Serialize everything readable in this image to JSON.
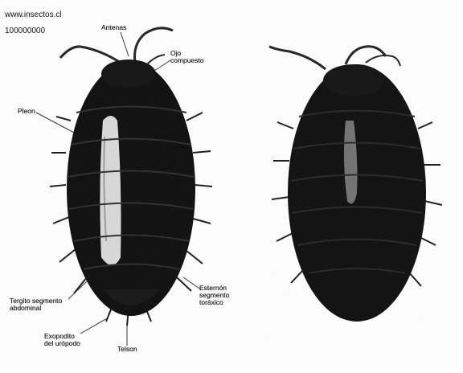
{
  "source": {
    "site": "www.insectos.cl",
    "code": "100000000"
  },
  "labels": {
    "antenas": "Antenas",
    "ojo": "Ojo\ncompuesto",
    "pleon": "Pleon",
    "tergito_abdominal": "Tergito segmento\nabdominal",
    "exopodito": "Exopodito\ndel urópodo",
    "telson": "Telson",
    "esternon": "Esternón\nsegmento\ntoráxico"
  },
  "colors": {
    "body": "#0c0c0c",
    "pale": "#d8d8d8",
    "background": "#ffffff",
    "text": "#222222"
  }
}
